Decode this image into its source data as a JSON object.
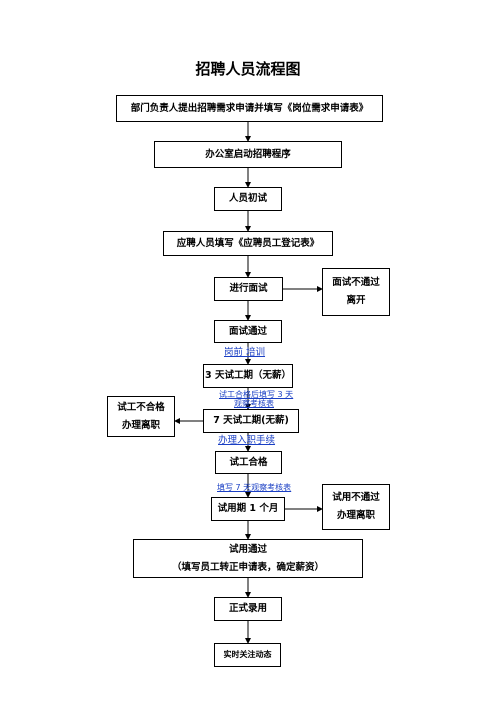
{
  "title": "招聘人员流程图",
  "steps": {
    "s1": "部门负责人提出招聘需求申请并填写《岗位需求申请表》",
    "s2": "办公室启动招聘程序",
    "s3": "人员初试",
    "s4": "应聘人员填写《应聘员工登记表》",
    "s5": "进行面试",
    "s6": "面试通过",
    "s7": "3 天试工期（无薪）",
    "s8": "7 天试工期(无薪)",
    "s9": "试工合格",
    "s10": "试用期 1 个月",
    "s11_line1": "试用通过",
    "s11_line2": "（填写员工转正申请表，确定薪资）",
    "s12": "正式录用",
    "s13": "实时关注动态"
  },
  "branches": {
    "interview_fail_line1": "面试不通过",
    "interview_fail_line2": "离开",
    "trial_fail_line1": "试工不合格",
    "trial_fail_line2": "办理离职",
    "probation_fail_line1": "试用不通过",
    "probation_fail_line2": "办理离职"
  },
  "notes": {
    "training": "岗前  培训",
    "after_3day_line1": "试工合格后填写 3 天",
    "after_3day_line2": "观察考核表",
    "onboarding": "办理入职手续",
    "fill_7day": "填写 7 天观察考核表"
  }
}
